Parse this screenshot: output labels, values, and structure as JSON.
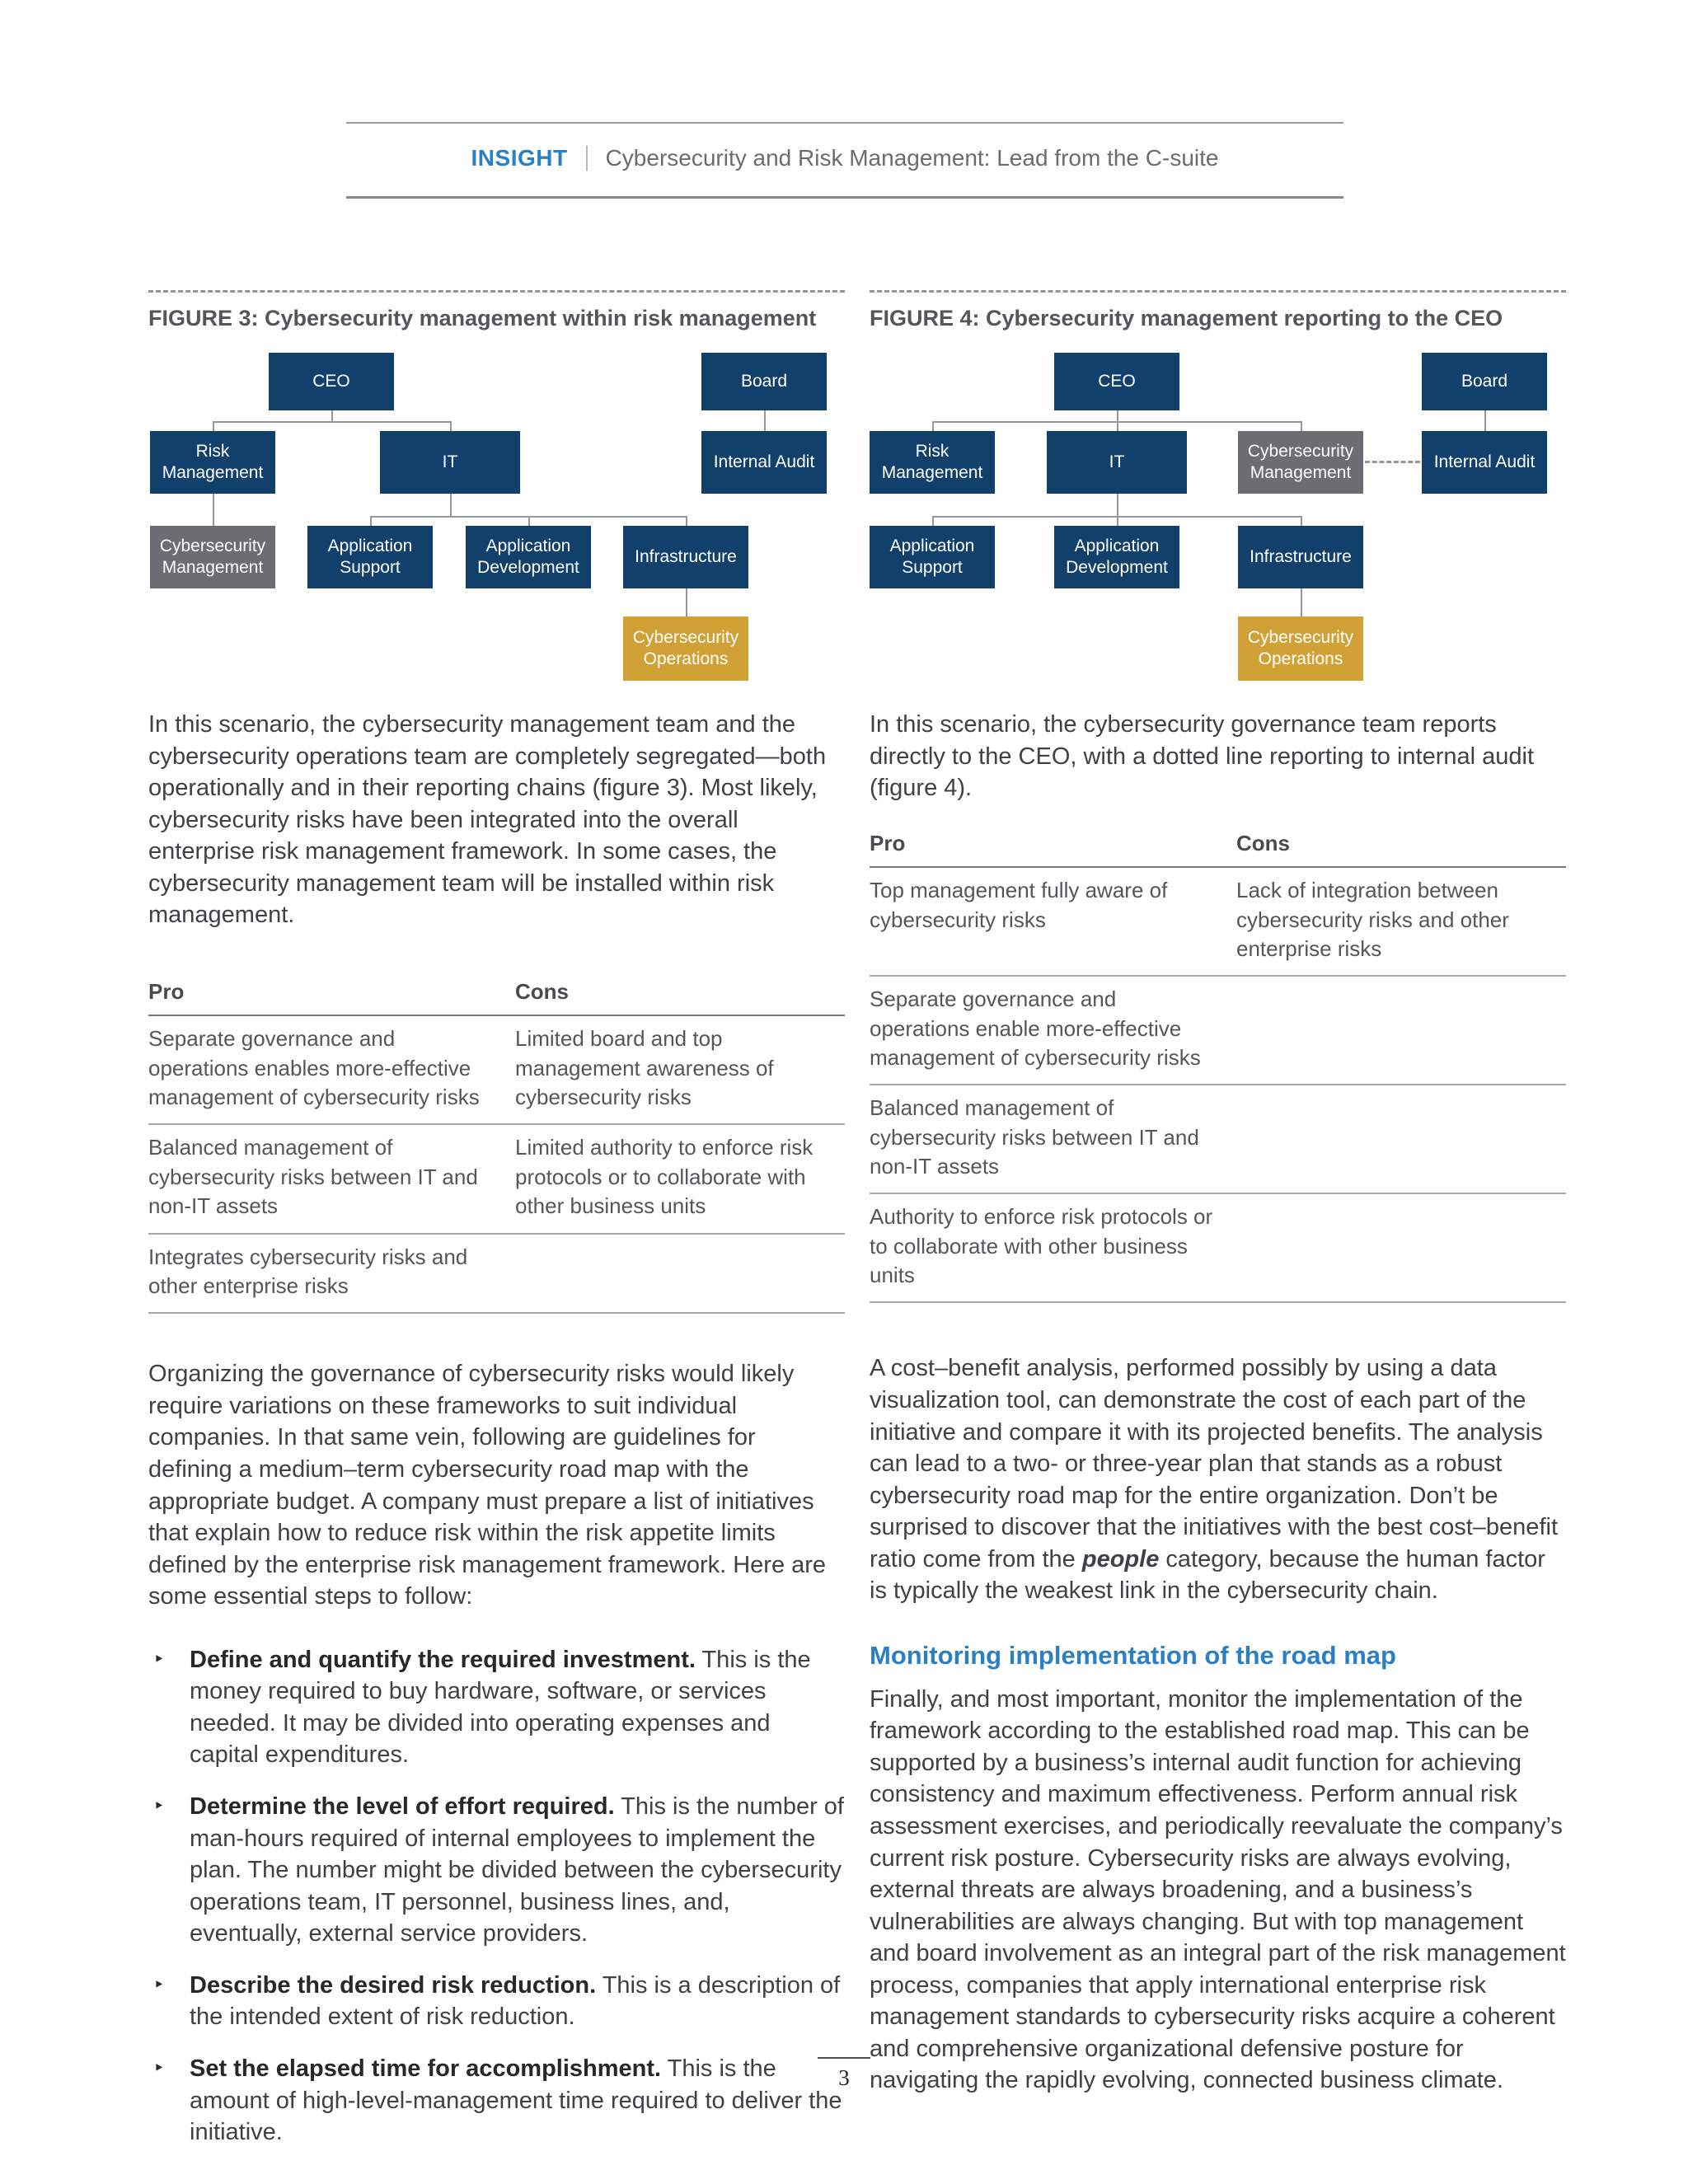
{
  "header": {
    "brand": "INSIGHT",
    "title": "Cybersecurity and Risk Management: Lead from the C-suite"
  },
  "figure3": {
    "title": "FIGURE 3: Cybersecurity management within risk management",
    "nodes": {
      "ceo": "CEO",
      "board": "Board",
      "risk": "Risk Management",
      "it": "IT",
      "audit": "Internal Audit",
      "cyber_mgmt": "Cybersecurity Management",
      "app_support": "Application Support",
      "app_dev": "Application Development",
      "infra": "Infrastructure",
      "cyber_ops": "Cybersecurity Operations"
    }
  },
  "figure4": {
    "title": "FIGURE 4: Cybersecurity management reporting to the CEO",
    "nodes": {
      "ceo": "CEO",
      "board": "Board",
      "risk": "Risk Management",
      "it": "IT",
      "audit": "Internal Audit",
      "cyber_mgmt": "Cybersecurity Management",
      "app_support": "Application Support",
      "app_dev": "Application Development",
      "infra": "Infrastructure",
      "cyber_ops": "Cybersecurity Operations"
    }
  },
  "left": {
    "para1": "In this scenario, the cybersecurity management team and the cybersecurity operations team are completely segregated—both operationally and in their reporting chains (figure 3). Most likely, cybersecurity risks have been integrated into the overall enterprise risk management framework. In some cases, the cybersecurity management team will be installed within risk management.",
    "table": {
      "pro_header": "Pro",
      "cons_header": "Cons",
      "rows": [
        {
          "pro": "Separate governance and operations enables more-effective management of cybersecurity risks",
          "cons": "Limited board and top management awareness of cybersecurity risks"
        },
        {
          "pro": "Balanced management of cybersecurity risks between IT and non-IT assets",
          "cons": "Limited authority to enforce risk protocols or to collaborate with other business units"
        },
        {
          "pro": "Integrates cybersecurity risks and other enterprise risks",
          "cons": ""
        }
      ]
    },
    "para2": "Organizing the governance of cybersecurity risks would likely require variations on these frameworks to suit individual companies. In that same vein, following are guidelines for defining a medium–term cybersecurity road map with the appropriate budget. A company must prepare a list of initiatives that explain how to reduce risk within the risk appetite limits defined by the enterprise risk management framework. Here are some essential steps to follow:",
    "bullets": [
      {
        "marker": "‣",
        "lead": "Define and quantify the required investment.",
        "body": " This is the money required to buy hardware, software, or services needed. It may be divided into operating expenses and capital expenditures."
      },
      {
        "marker": "‣",
        "lead": "Determine the level of effort required.",
        "body": " This is the number of man-hours required of internal employees to implement the plan. The number might be divided between the cybersecurity operations team, IT personnel, business lines, and, eventually, external service providers."
      },
      {
        "marker": "‣",
        "lead": "Describe the desired risk reduction.",
        "body": " This is a description of the intended extent of risk reduction."
      },
      {
        "marker": "‣",
        "lead": "Set the elapsed time for accomplishment.",
        "body": " This is the amount of high-level-management time required to deliver the initiative."
      }
    ]
  },
  "right": {
    "para1": "In this scenario, the cybersecurity governance team reports directly to the CEO, with a dotted line reporting to internal audit (figure 4).",
    "table": {
      "pro_header": "Pro",
      "cons_header": "Cons",
      "rows": [
        {
          "pro": "Top management fully aware of cybersecurity risks",
          "cons": "Lack of integration between cybersecurity risks and other enterprise risks"
        },
        {
          "pro": "Separate governance and operations enable more-effective management of cybersecurity risks",
          "cons": ""
        },
        {
          "pro": "Balanced management of cybersecurity risks between IT and non-IT assets",
          "cons": ""
        },
        {
          "pro": "Authority to enforce risk protocols or to collaborate with other business units",
          "cons": ""
        }
      ]
    },
    "para2_before": "A cost–benefit analysis, performed possibly by using a data visualization tool, can demonstrate the cost of each part of the initiative and compare it with its projected benefits. The analysis can lead to a two- or three-year plan that stands as a robust cybersecurity road map for the entire organization. Don’t be surprised to discover that the initiatives with the best cost–benefit ratio come from the ",
    "para2_people": "people",
    "para2_after": " category, because the human factor is typically the weakest link in the cybersecurity chain.",
    "heading": "Monitoring implementation of the road map",
    "para3": "Finally, and most important, monitor the implementation of the framework according to the established road map. This can be supported by a business’s internal audit function for achieving consistency and maximum effectiveness. Perform annual risk assessment exercises, and periodically reevaluate the company’s current risk posture. Cybersecurity risks are always evolving, external threats are always broadening, and a business’s vulnerabilities are always changing. But with top management and board involvement as an integral part of the risk management process, companies that apply international enterprise risk management standards to cybersecurity risks acquire a coherent and comprehensive organizational defensive posture for navigating the rapidly evolving, connected business climate."
  },
  "footer": {
    "page_number": "3"
  },
  "colors": {
    "navy": "#12406d",
    "gray": "#6c6d70",
    "gold": "#d1a135",
    "accent_blue": "#2b7fc4"
  }
}
